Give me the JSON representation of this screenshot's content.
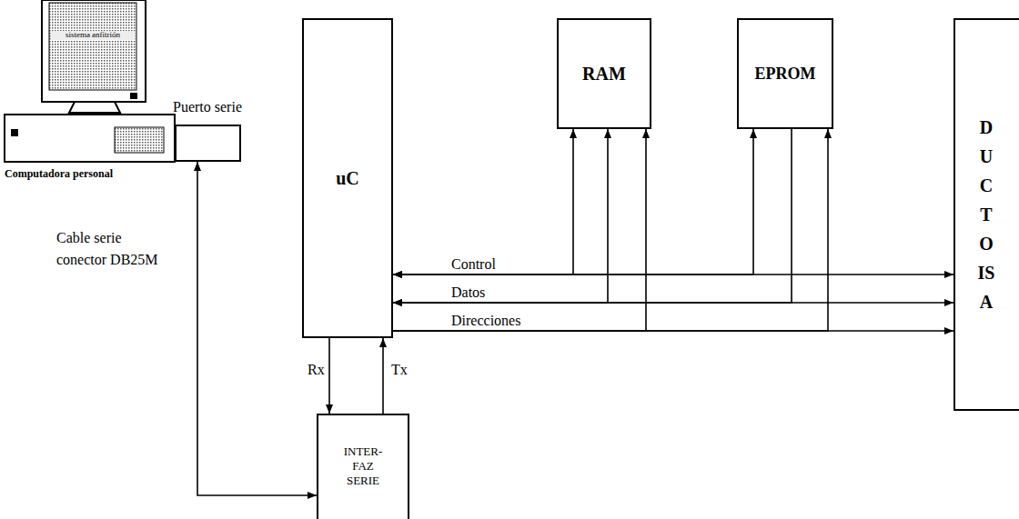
{
  "diagram": {
    "nodes": [
      {
        "text": [
          "Puerto serie"
        ]
      },
      {
        "text": [
          "uC"
        ]
      },
      {
        "text": [
          "RAM"
        ]
      },
      {
        "text": [
          "EPROM"
        ]
      },
      {
        "text": [
          "DUCTO ISA"
        ]
      },
      {
        "text": [
          "INTER- FAZ SERIE"
        ]
      }
    ],
    "edges": [
      {
        "from": 0,
        "to": 5,
        "arrow": "both",
        "label": "Cable serie conector DB25M"
      },
      {
        "from": 1,
        "to": 5,
        "arrow": "to",
        "label": "Rx"
      },
      {
        "from": 5,
        "to": 1,
        "arrow": "to",
        "label": "Tx"
      },
      {
        "from": 1,
        "to": 4,
        "arrow": "both",
        "label": "Control"
      },
      {
        "from": 1,
        "to": 2,
        "arrow": "both"
      },
      {
        "from": 1,
        "to": 3,
        "arrow": "both"
      },
      {
        "from": 1,
        "to": 4,
        "arrow": "both",
        "label": "Datos"
      },
      {
        "from": 1,
        "to": 2,
        "arrow": "both"
      },
      {
        "from": 3,
        "to": 1,
        "arrow": "to"
      },
      {
        "from": 1,
        "to": 4,
        "arrow": "to",
        "label": "Direcciones"
      },
      {
        "from": 1,
        "to": 2,
        "arrow": "to"
      },
      {
        "from": 1,
        "to": 3,
        "arrow": "to"
      }
    ],
    "labels": [
      "sistema anfitrión",
      "Computadora personal"
    ]
  }
}
